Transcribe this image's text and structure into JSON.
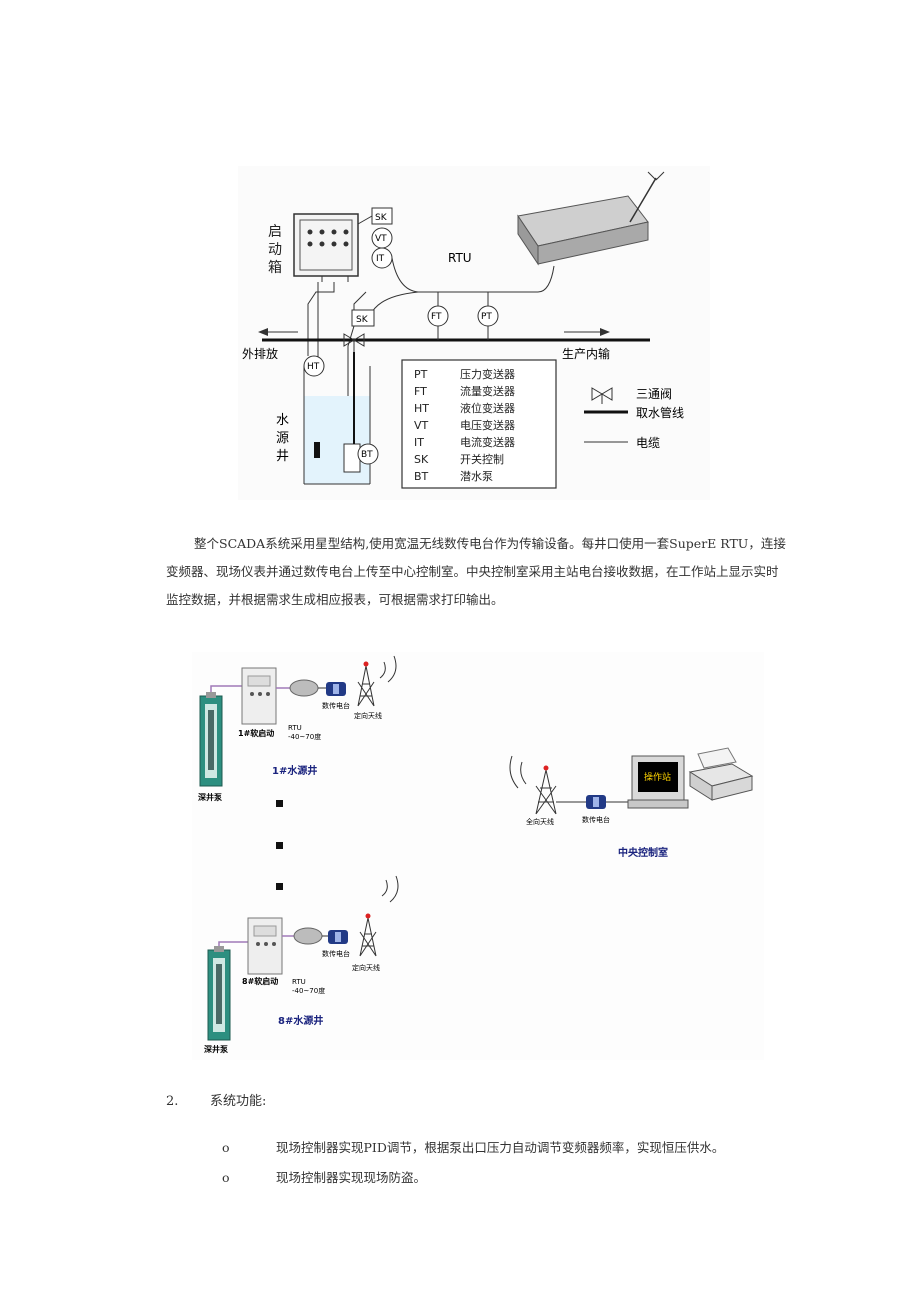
{
  "figure1": {
    "box_label": "启动箱",
    "sensors": [
      "SK",
      "VT",
      "IT",
      "SK",
      "FT",
      "PT",
      "HT",
      "BT"
    ],
    "rtu_label": "RTU",
    "left_flow": "外排放",
    "right_flow": "生产内输",
    "well_label": "水源井",
    "legend": [
      {
        "code": "PT",
        "desc": "压力变送器"
      },
      {
        "code": "FT",
        "desc": "流量变送器"
      },
      {
        "code": "HT",
        "desc": "液位变送器"
      },
      {
        "code": "VT",
        "desc": "电压变送器"
      },
      {
        "code": "IT",
        "desc": "电流变送器"
      },
      {
        "code": "SK",
        "desc": "开关控制"
      },
      {
        "code": "BT",
        "desc": "潜水泵"
      }
    ],
    "symbol_legend": [
      "三通阀",
      "取水管线",
      "电缆"
    ]
  },
  "paragraph": "整个SCADA系统采用星型结构,使用宽温无线数传电台作为传输设备。每井口使用一套SuperE RTU，连接变频器、现场仪表并通过数传电台上传至中心控制室。中央控制室采用主站电台接收数据，在工作站上显示实时监控数据，并根据需求生成相应报表，可根据需求打印输出。",
  "figure2": {
    "well1": {
      "starter": "1#软启动",
      "rtu": "RTU",
      "temp": "-40~70度",
      "radio": "数传电台",
      "antenna": "定向天线",
      "name": "1#水源井",
      "pump": "深井泵"
    },
    "well8": {
      "starter": "8#软启动",
      "rtu": "RTU",
      "temp": "-40~70度",
      "radio": "数传电台",
      "antenna": "定向天线",
      "name": "8#水源井",
      "pump": "深井泵"
    },
    "center": {
      "antenna": "全向天线",
      "radio": "数传电台",
      "screen": "操作站",
      "name": "中央控制室"
    }
  },
  "section": {
    "number": "2.",
    "title": "系统功能:"
  },
  "bullets": [
    {
      "mark": "o",
      "text": "现场控制器实现PID调节，根据泵出口压力自动调节变频器频率，实现恒压供水。"
    },
    {
      "mark": "o",
      "text": "现场控制器实现现场防盗。"
    }
  ]
}
